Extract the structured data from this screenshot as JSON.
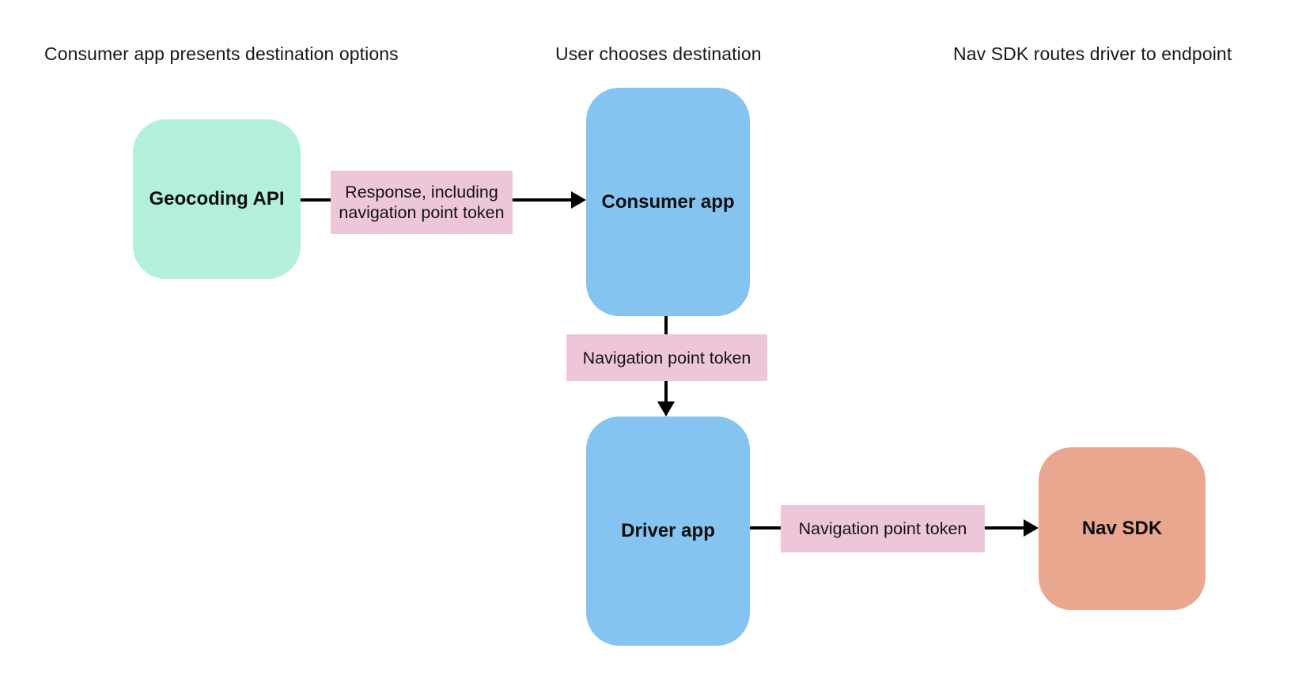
{
  "diagram": {
    "background": "#ffffff",
    "arrow_color": "#000000",
    "lane_titles": [
      "Consumer app presents destination options",
      "User chooses destination",
      "Nav SDK routes driver to endpoint"
    ],
    "nodes": [
      {
        "id": "geocoding-api",
        "label": "Geocoding API",
        "fill": "#b2f0dc"
      },
      {
        "id": "consumer-app",
        "label": "Consumer app",
        "fill": "#85c3f0"
      },
      {
        "id": "driver-app",
        "label": "Driver app",
        "fill": "#85c3f0"
      },
      {
        "id": "nav-sdk",
        "label": "Nav SDK",
        "fill": "#e8a78e"
      }
    ],
    "edges": [
      {
        "from": "Geocoding API",
        "to": "Consumer app",
        "label": "Response, including navigation point token",
        "label_fill": "#eec6da"
      },
      {
        "from": "Consumer app",
        "to": "Driver app",
        "label": "Navigation point token",
        "label_fill": "#eec6da"
      },
      {
        "from": "Driver app",
        "to": "Nav SDK",
        "label": "Navigation point token",
        "label_fill": "#eec6da"
      }
    ]
  }
}
